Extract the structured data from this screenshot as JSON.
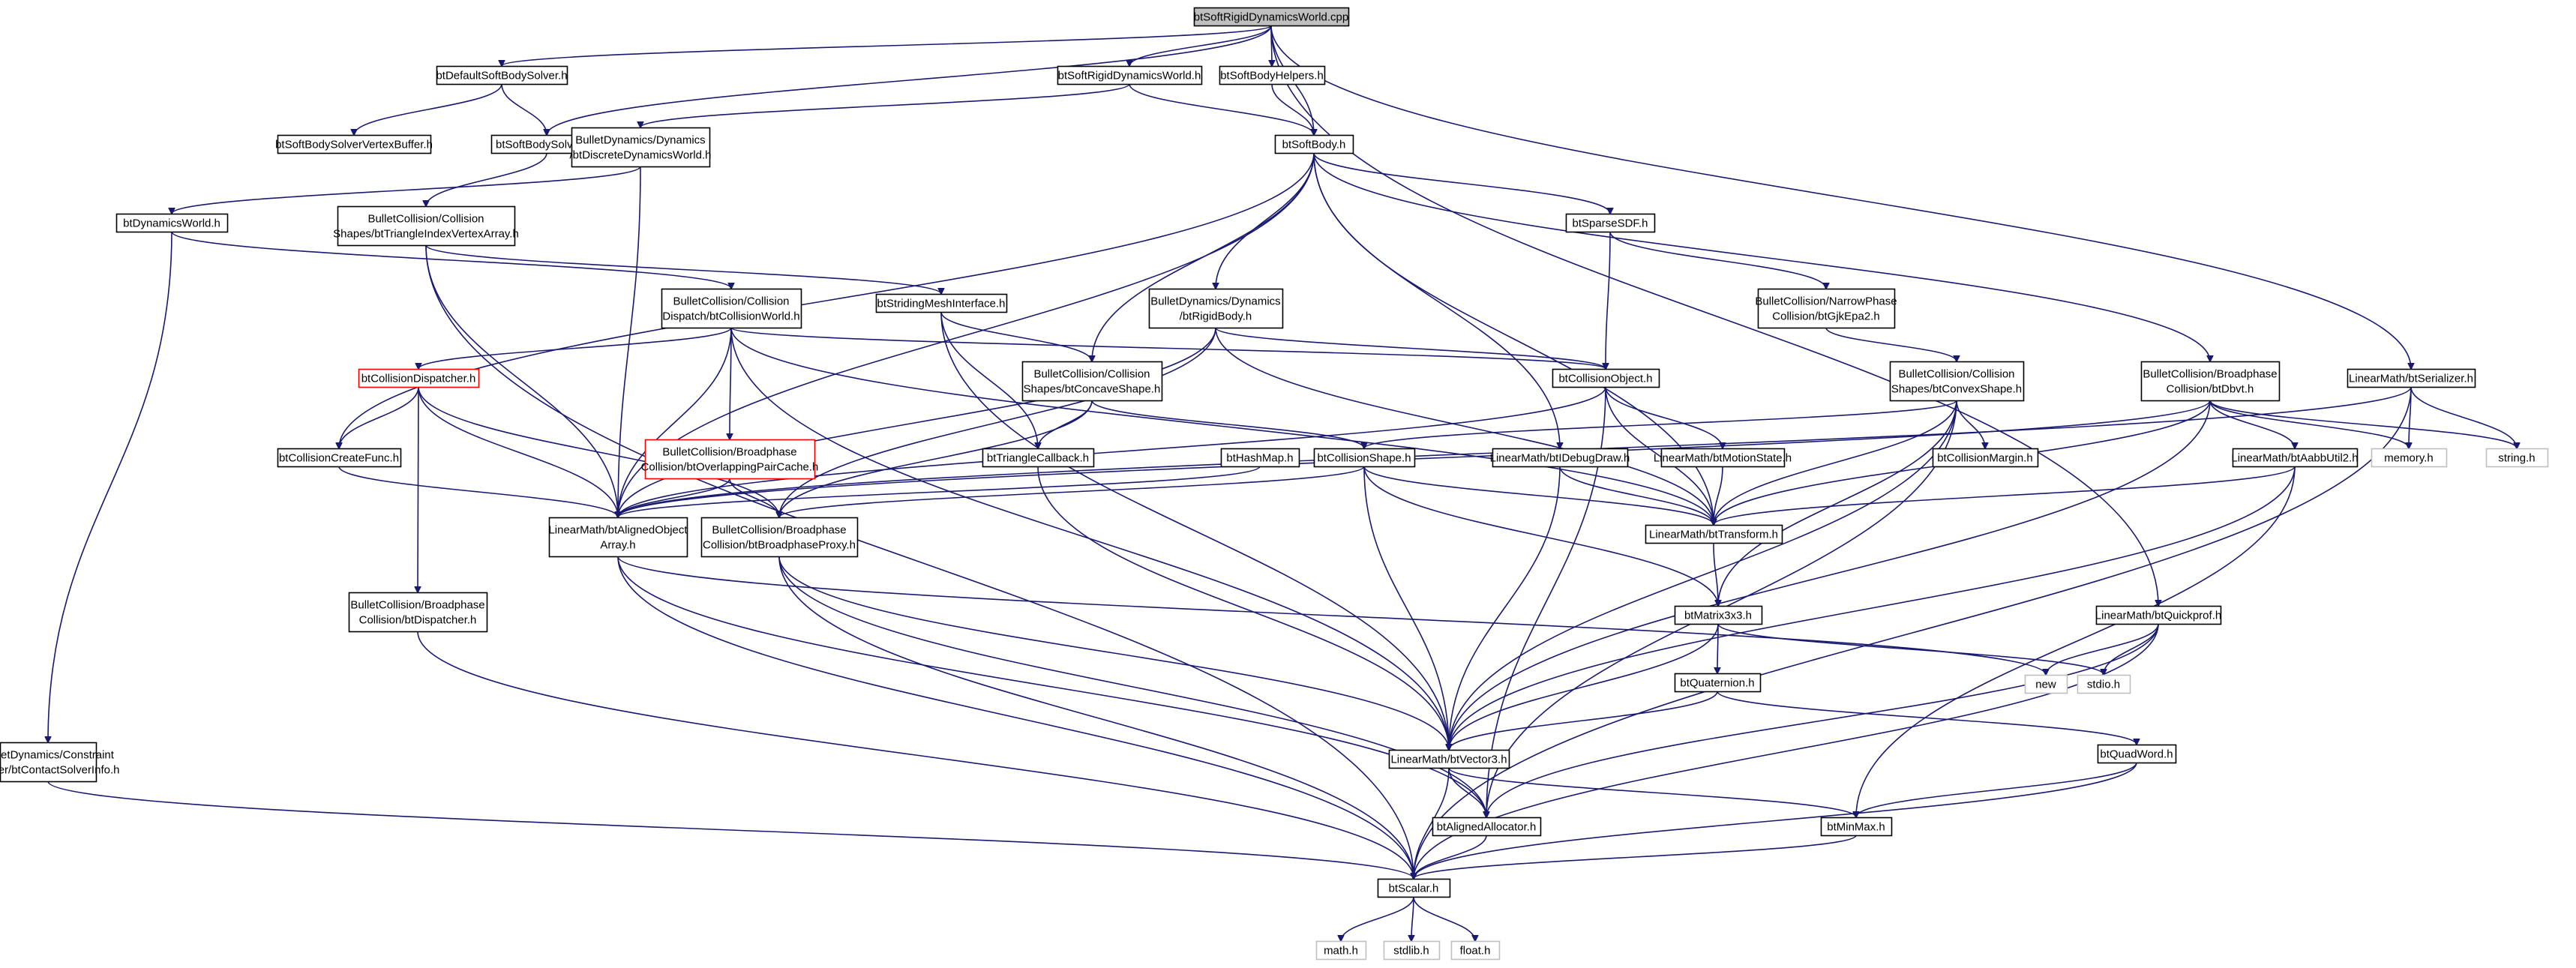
{
  "colors": {
    "edge": "#191970",
    "node_border": "#000000",
    "node_border_truncated": "#ff0000",
    "node_border_system": "#bfbfbf",
    "root_fill": "#bfbfbf",
    "node_fill": "#ffffff"
  },
  "diagram": {
    "nodes": [
      {
        "id": "root",
        "lines": [
          "btSoftRigidDynamicsWorld.cpp"
        ],
        "kind": "root"
      },
      {
        "id": "defsolver",
        "lines": [
          "btDefaultSoftBodySolver.h"
        ],
        "kind": "normal"
      },
      {
        "id": "srdw_h",
        "lines": [
          "btSoftRigidDynamicsWorld.h"
        ],
        "kind": "normal"
      },
      {
        "id": "helpers",
        "lines": [
          "btSoftBodyHelpers.h"
        ],
        "kind": "normal"
      },
      {
        "id": "vertexbuf",
        "lines": [
          "btSoftBodySolverVertexBuffer.h"
        ],
        "kind": "normal"
      },
      {
        "id": "solvers",
        "lines": [
          "btSoftBodySolvers.h"
        ],
        "kind": "normal"
      },
      {
        "id": "discrete",
        "lines": [
          "BulletDynamics/Dynamics",
          "/btDiscreteDynamicsWorld.h"
        ],
        "kind": "normal"
      },
      {
        "id": "softbody",
        "lines": [
          "btSoftBody.h"
        ],
        "kind": "normal"
      },
      {
        "id": "dynworld",
        "lines": [
          "btDynamicsWorld.h"
        ],
        "kind": "normal"
      },
      {
        "id": "trivert",
        "lines": [
          "BulletCollision/Collision",
          "Shapes/btTriangleIndexVertexArray.h"
        ],
        "kind": "normal"
      },
      {
        "id": "sparsesdf",
        "lines": [
          "btSparseSDF.h"
        ],
        "kind": "normal"
      },
      {
        "id": "colworld",
        "lines": [
          "BulletCollision/Collision",
          "Dispatch/btCollisionWorld.h"
        ],
        "kind": "normal"
      },
      {
        "id": "stridemesh",
        "lines": [
          "btStridingMeshInterface.h"
        ],
        "kind": "normal"
      },
      {
        "id": "rigidbody",
        "lines": [
          "BulletDynamics/Dynamics",
          "/btRigidBody.h"
        ],
        "kind": "normal"
      },
      {
        "id": "gjkepa",
        "lines": [
          "BulletCollision/NarrowPhase",
          "Collision/btGjkEpa2.h"
        ],
        "kind": "normal"
      },
      {
        "id": "serializer",
        "lines": [
          "LinearMath/btSerializer.h"
        ],
        "kind": "normal"
      },
      {
        "id": "dispatcher",
        "lines": [
          "btCollisionDispatcher.h"
        ],
        "kind": "truncated"
      },
      {
        "id": "concave",
        "lines": [
          "BulletCollision/Collision",
          "Shapes/btConcaveShape.h"
        ],
        "kind": "normal"
      },
      {
        "id": "colobj",
        "lines": [
          "btCollisionObject.h"
        ],
        "kind": "normal"
      },
      {
        "id": "convex",
        "lines": [
          "BulletCollision/Collision",
          "Shapes/btConvexShape.h"
        ],
        "kind": "normal"
      },
      {
        "id": "dbvt",
        "lines": [
          "BulletCollision/Broadphase",
          "Collision/btDbvt.h"
        ],
        "kind": "normal"
      },
      {
        "id": "colcreate",
        "lines": [
          "btCollisionCreateFunc.h"
        ],
        "kind": "normal"
      },
      {
        "id": "overlap",
        "lines": [
          "BulletCollision/Broadphase",
          "Collision/btOverlappingPairCache.h"
        ],
        "kind": "truncated"
      },
      {
        "id": "tricb",
        "lines": [
          "btTriangleCallback.h"
        ],
        "kind": "normal"
      },
      {
        "id": "hashmap",
        "lines": [
          "btHashMap.h"
        ],
        "kind": "normal"
      },
      {
        "id": "colshape",
        "lines": [
          "btCollisionShape.h"
        ],
        "kind": "normal"
      },
      {
        "id": "debugdraw",
        "lines": [
          "LinearMath/btIDebugDraw.h"
        ],
        "kind": "normal"
      },
      {
        "id": "motionstate",
        "lines": [
          "LinearMath/btMotionState.h"
        ],
        "kind": "normal"
      },
      {
        "id": "colmargin",
        "lines": [
          "btCollisionMargin.h"
        ],
        "kind": "normal"
      },
      {
        "id": "aabbutil",
        "lines": [
          "LinearMath/btAabbUtil2.h"
        ],
        "kind": "normal"
      },
      {
        "id": "memory",
        "lines": [
          "memory.h"
        ],
        "kind": "system"
      },
      {
        "id": "string",
        "lines": [
          "string.h"
        ],
        "kind": "system"
      },
      {
        "id": "alignedarr",
        "lines": [
          "LinearMath/btAlignedObject",
          "Array.h"
        ],
        "kind": "normal"
      },
      {
        "id": "bproxy",
        "lines": [
          "BulletCollision/Broadphase",
          "Collision/btBroadphaseProxy.h"
        ],
        "kind": "normal"
      },
      {
        "id": "transform",
        "lines": [
          "LinearMath/btTransform.h"
        ],
        "kind": "normal"
      },
      {
        "id": "bpdispatch",
        "lines": [
          "BulletCollision/Broadphase",
          "Collision/btDispatcher.h"
        ],
        "kind": "normal"
      },
      {
        "id": "matrix",
        "lines": [
          "btMatrix3x3.h"
        ],
        "kind": "normal"
      },
      {
        "id": "quickprof",
        "lines": [
          "LinearMath/btQuickprof.h"
        ],
        "kind": "normal"
      },
      {
        "id": "new",
        "lines": [
          "new"
        ],
        "kind": "system"
      },
      {
        "id": "stdio",
        "lines": [
          "stdio.h"
        ],
        "kind": "system"
      },
      {
        "id": "quaternion",
        "lines": [
          "btQuaternion.h"
        ],
        "kind": "normal"
      },
      {
        "id": "constraint",
        "lines": [
          "BulletDynamics/Constraint",
          "Solver/btContactSolverInfo.h"
        ],
        "kind": "normal"
      },
      {
        "id": "vector3",
        "lines": [
          "LinearMath/btVector3.h"
        ],
        "kind": "normal"
      },
      {
        "id": "quadword",
        "lines": [
          "btQuadWord.h"
        ],
        "kind": "normal"
      },
      {
        "id": "allocator",
        "lines": [
          "btAlignedAllocator.h"
        ],
        "kind": "normal"
      },
      {
        "id": "minmax",
        "lines": [
          "btMinMax.h"
        ],
        "kind": "normal"
      },
      {
        "id": "scalar",
        "lines": [
          "btScalar.h"
        ],
        "kind": "normal"
      },
      {
        "id": "math",
        "lines": [
          "math.h"
        ],
        "kind": "system"
      },
      {
        "id": "stdlib",
        "lines": [
          "stdlib.h"
        ],
        "kind": "system"
      },
      {
        "id": "float",
        "lines": [
          "float.h"
        ],
        "kind": "system"
      }
    ],
    "edges": [
      [
        "root",
        "defsolver"
      ],
      [
        "root",
        "srdw_h"
      ],
      [
        "root",
        "helpers"
      ],
      [
        "root",
        "softbody"
      ],
      [
        "root",
        "solvers"
      ],
      [
        "root",
        "serializer"
      ],
      [
        "root",
        "quickprof"
      ],
      [
        "defsolver",
        "vertexbuf"
      ],
      [
        "defsolver",
        "solvers"
      ],
      [
        "srdw_h",
        "discrete"
      ],
      [
        "srdw_h",
        "softbody"
      ],
      [
        "helpers",
        "softbody"
      ],
      [
        "solvers",
        "trivert"
      ],
      [
        "discrete",
        "dynworld"
      ],
      [
        "discrete",
        "alignedarr"
      ],
      [
        "softbody",
        "sparsesdf"
      ],
      [
        "softbody",
        "rigidbody"
      ],
      [
        "softbody",
        "concave"
      ],
      [
        "softbody",
        "dbvt"
      ],
      [
        "softbody",
        "debugdraw"
      ],
      [
        "softbody",
        "alignedarr"
      ],
      [
        "softbody",
        "colcreate"
      ],
      [
        "softbody",
        "transform"
      ],
      [
        "dynworld",
        "colworld"
      ],
      [
        "dynworld",
        "constraint"
      ],
      [
        "trivert",
        "stridemesh"
      ],
      [
        "trivert",
        "alignedarr"
      ],
      [
        "trivert",
        "scalar"
      ],
      [
        "sparsesdf",
        "colobj"
      ],
      [
        "sparsesdf",
        "gjkepa"
      ],
      [
        "colworld",
        "dispatcher"
      ],
      [
        "colworld",
        "overlap"
      ],
      [
        "colworld",
        "colobj"
      ],
      [
        "colworld",
        "alignedarr"
      ],
      [
        "colworld",
        "vector3"
      ],
      [
        "colworld",
        "transform"
      ],
      [
        "stridemesh",
        "tricb"
      ],
      [
        "stridemesh",
        "concave"
      ],
      [
        "stridemesh",
        "vector3"
      ],
      [
        "rigidbody",
        "colobj"
      ],
      [
        "rigidbody",
        "alignedarr"
      ],
      [
        "rigidbody",
        "bproxy"
      ],
      [
        "rigidbody",
        "transform"
      ],
      [
        "gjkepa",
        "convex"
      ],
      [
        "serializer",
        "memory"
      ],
      [
        "serializer",
        "string"
      ],
      [
        "serializer",
        "scalar"
      ],
      [
        "serializer",
        "alignedarr"
      ],
      [
        "dispatcher",
        "colcreate"
      ],
      [
        "dispatcher",
        "alignedarr"
      ],
      [
        "dispatcher",
        "bproxy"
      ],
      [
        "dispatcher",
        "bpdispatch"
      ],
      [
        "concave",
        "colshape"
      ],
      [
        "concave",
        "tricb"
      ],
      [
        "concave",
        "bproxy"
      ],
      [
        "colobj",
        "transform"
      ],
      [
        "colobj",
        "motionstate"
      ],
      [
        "colobj",
        "alignedarr"
      ],
      [
        "colobj",
        "allocator"
      ],
      [
        "convex",
        "colmargin"
      ],
      [
        "convex",
        "colshape"
      ],
      [
        "convex",
        "vector3"
      ],
      [
        "convex",
        "matrix"
      ],
      [
        "convex",
        "transform"
      ],
      [
        "convex",
        "allocator"
      ],
      [
        "dbvt",
        "aabbutil"
      ],
      [
        "dbvt",
        "alignedarr"
      ],
      [
        "dbvt",
        "vector3"
      ],
      [
        "dbvt",
        "transform"
      ],
      [
        "dbvt",
        "memory"
      ],
      [
        "dbvt",
        "string"
      ],
      [
        "colcreate",
        "alignedarr"
      ],
      [
        "overlap",
        "bproxy"
      ],
      [
        "overlap",
        "alignedarr"
      ],
      [
        "tricb",
        "vector3"
      ],
      [
        "hashmap",
        "alignedarr"
      ],
      [
        "colshape",
        "transform"
      ],
      [
        "colshape",
        "vector3"
      ],
      [
        "colshape",
        "matrix"
      ],
      [
        "colshape",
        "bproxy"
      ],
      [
        "debugdraw",
        "transform"
      ],
      [
        "debugdraw",
        "vector3"
      ],
      [
        "motionstate",
        "transform"
      ],
      [
        "aabbutil",
        "transform"
      ],
      [
        "aabbutil",
        "vector3"
      ],
      [
        "aabbutil",
        "minmax"
      ],
      [
        "alignedarr",
        "allocator"
      ],
      [
        "alignedarr",
        "new"
      ],
      [
        "alignedarr",
        "scalar"
      ],
      [
        "bproxy",
        "vector3"
      ],
      [
        "bproxy",
        "allocator"
      ],
      [
        "bproxy",
        "scalar"
      ],
      [
        "transform",
        "matrix"
      ],
      [
        "bpdispatch",
        "scalar"
      ],
      [
        "matrix",
        "vector3"
      ],
      [
        "matrix",
        "quaternion"
      ],
      [
        "matrix",
        "stdio"
      ],
      [
        "quickprof",
        "new"
      ],
      [
        "quickprof",
        "stdio"
      ],
      [
        "quickprof",
        "scalar"
      ],
      [
        "quickprof",
        "allocator"
      ],
      [
        "quaternion",
        "vector3"
      ],
      [
        "quaternion",
        "quadword"
      ],
      [
        "constraint",
        "scalar"
      ],
      [
        "vector3",
        "scalar"
      ],
      [
        "vector3",
        "minmax"
      ],
      [
        "vector3",
        "allocator"
      ],
      [
        "quadword",
        "scalar"
      ],
      [
        "quadword",
        "minmax"
      ],
      [
        "allocator",
        "scalar"
      ],
      [
        "minmax",
        "scalar"
      ],
      [
        "scalar",
        "math"
      ],
      [
        "scalar",
        "stdlib"
      ],
      [
        "scalar",
        "float"
      ]
    ]
  }
}
